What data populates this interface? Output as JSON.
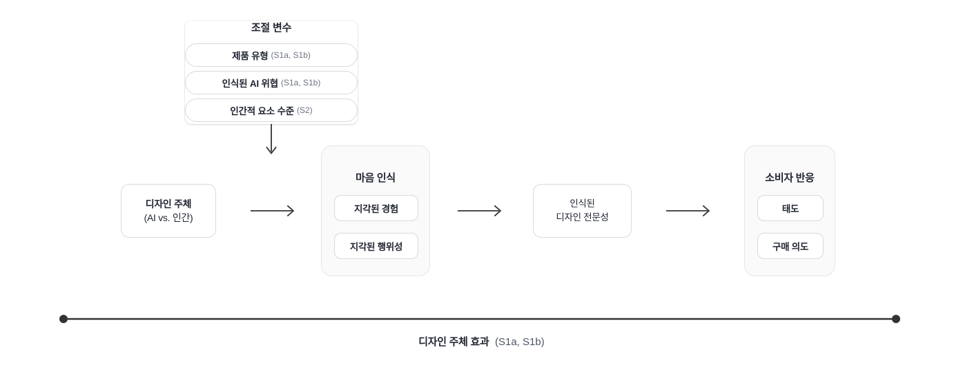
{
  "moderator": {
    "title": "조절 변수",
    "items": [
      {
        "label": "제품 유형",
        "suffix": "(S1a, S1b)"
      },
      {
        "label": "인식된 AI 위협",
        "suffix": "(S1a, S1b)"
      },
      {
        "label": "인간적 요소 수준",
        "suffix": "(S2)"
      }
    ]
  },
  "design_agent": {
    "line1": "디자인 주체",
    "line2": "(AI vs. 인간)"
  },
  "mind_perception": {
    "title": "마음 인식",
    "items": [
      "지각된 경험",
      "지각된 행위성"
    ]
  },
  "expertise": {
    "line1": "인식된",
    "line2": "디자인 전문성"
  },
  "consumer_response": {
    "title": "소비자 반응",
    "items": [
      "태도",
      "구매 의도"
    ]
  },
  "effect": {
    "label": "디자인 주체 효과",
    "suffix": "(S1a, S1b)"
  },
  "icons": {
    "down_arrow": "down-arrow-icon",
    "right_arrow": "right-arrow-icon",
    "end_dot": "endpoint-dot-icon"
  },
  "colors": {
    "text": "#1f2430",
    "muted": "#6b7280",
    "border": "#d7d9de",
    "panel_bg": "#fafafb",
    "line": "#333333",
    "background": "#ffffff"
  }
}
